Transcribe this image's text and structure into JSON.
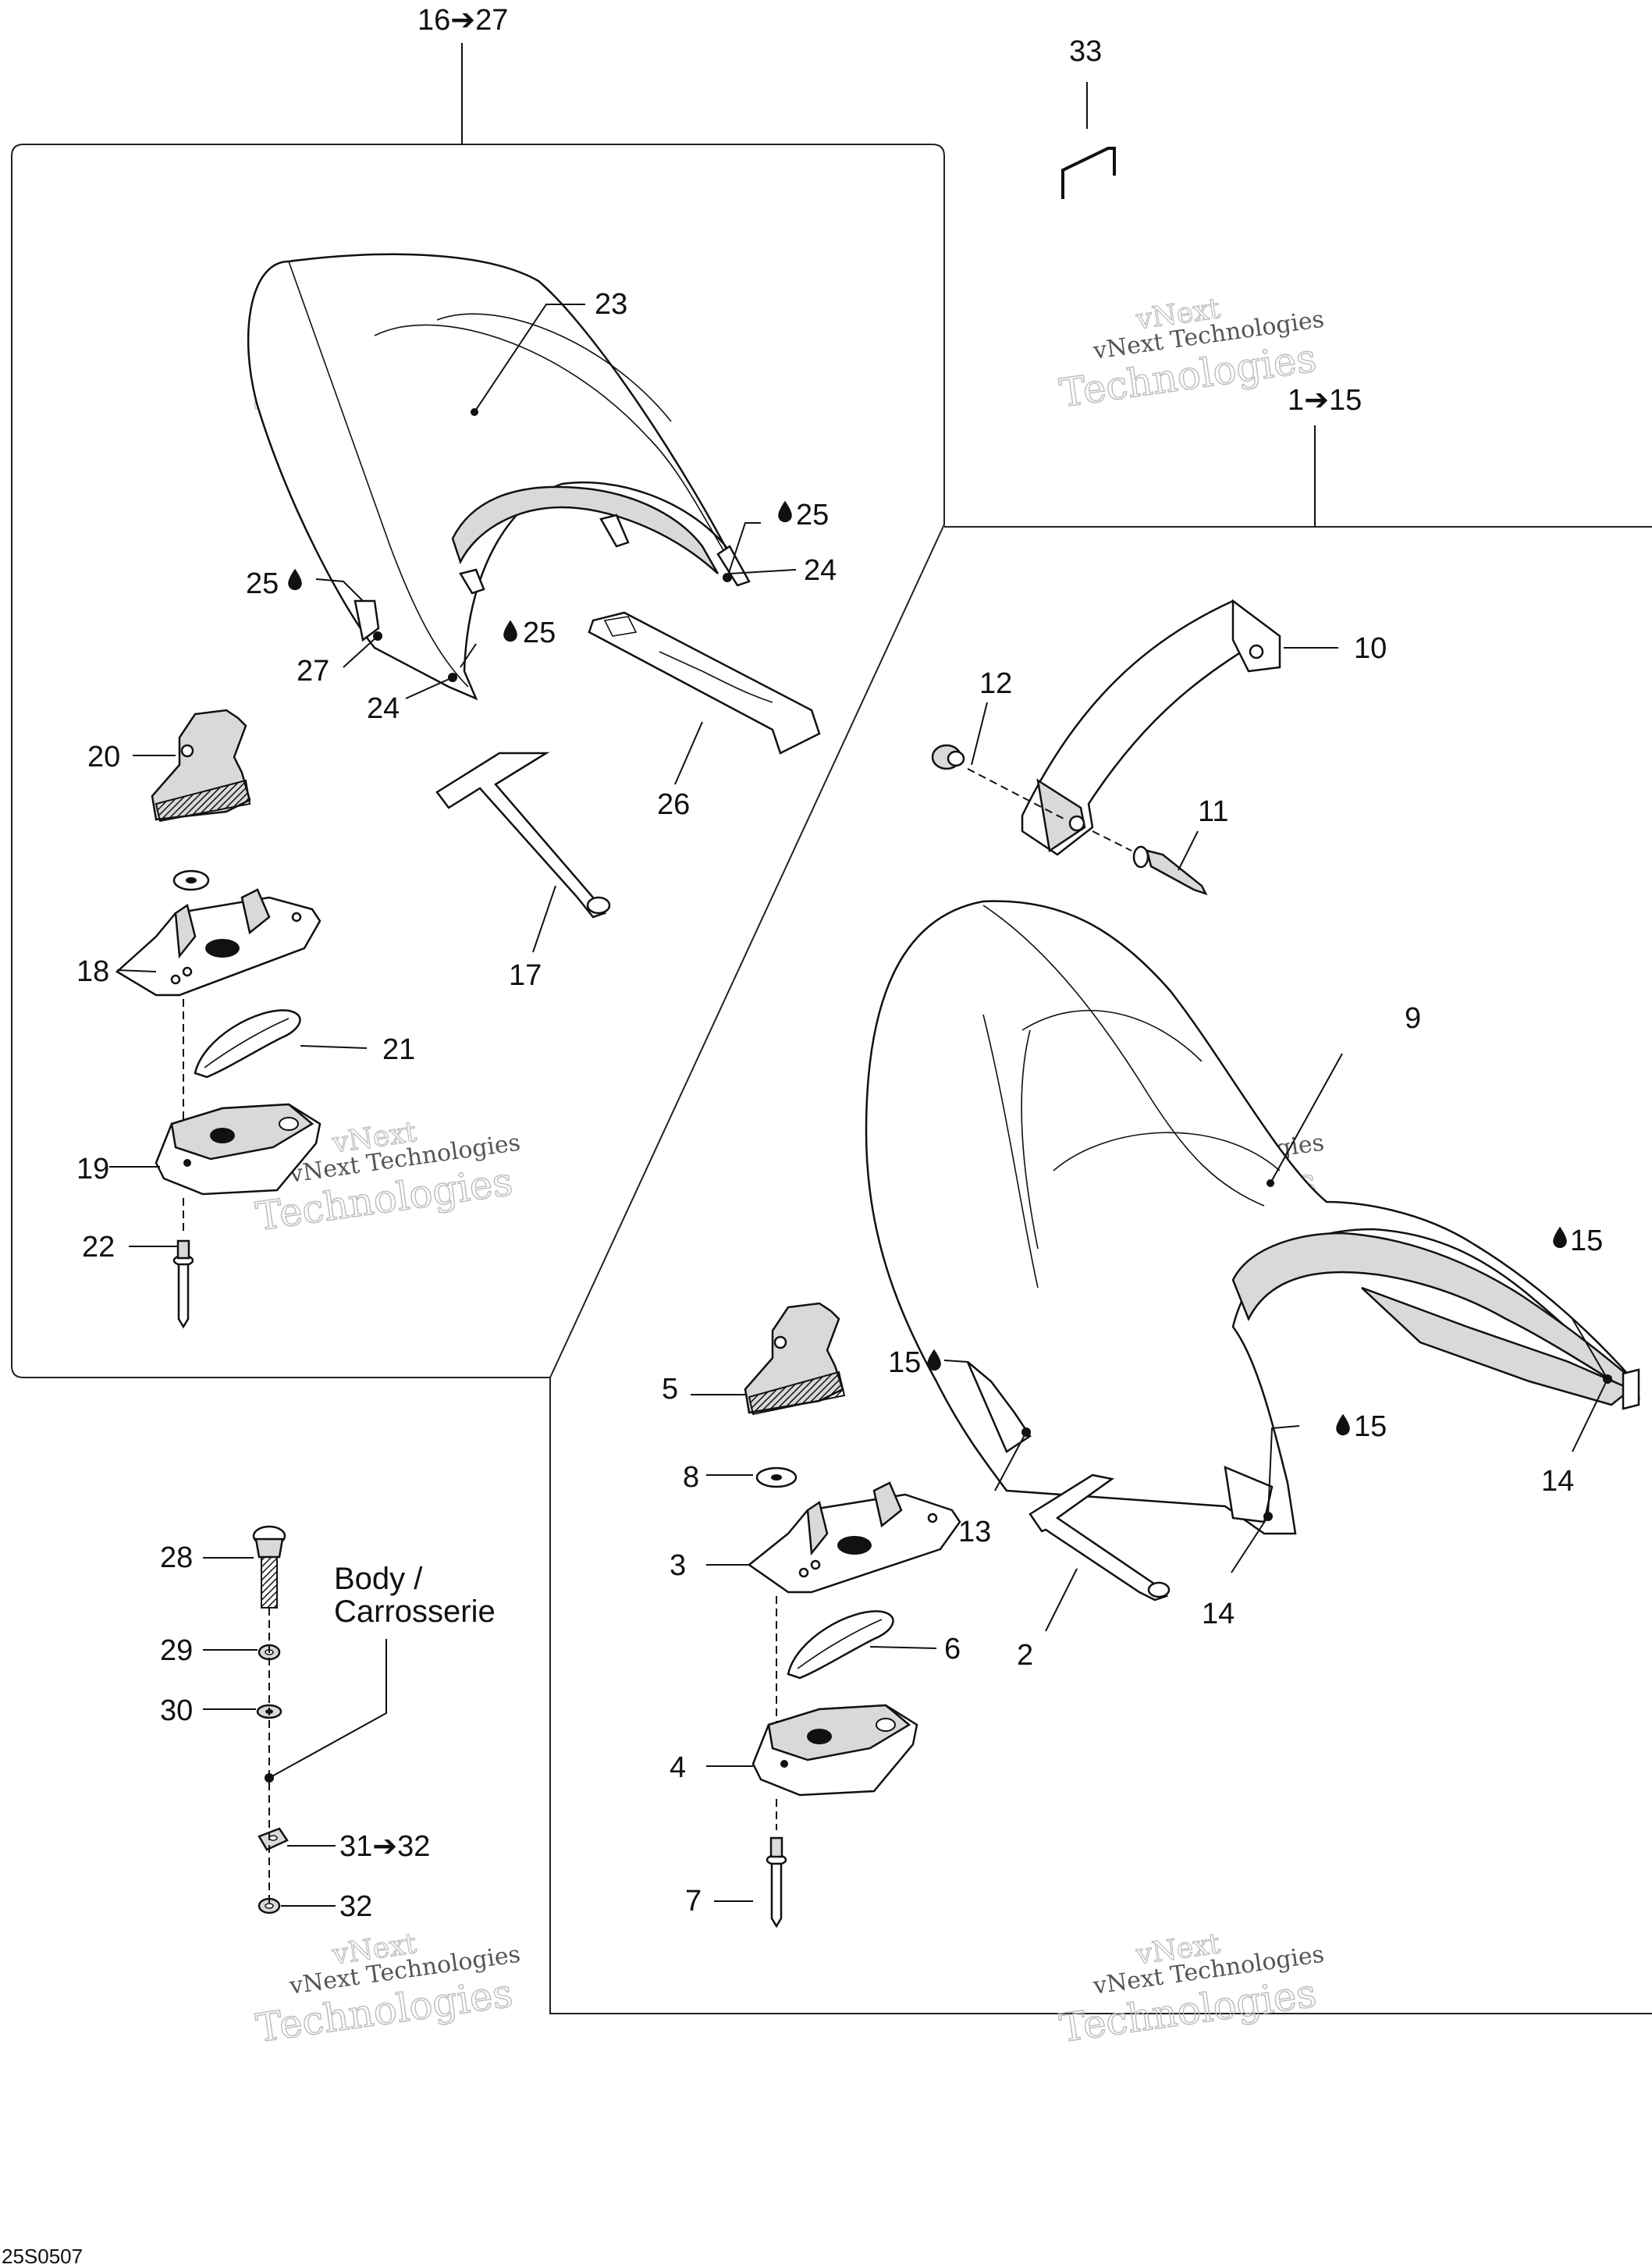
{
  "diagram_code": "25S0507",
  "watermark": {
    "line1": "vNext Technologies",
    "line2": "vNext",
    "line3": "Technologies"
  },
  "body_label": {
    "line1": "Body /",
    "line2": "Carrosserie"
  },
  "labels": {
    "l16_27": "16➔27",
    "l33": "33",
    "l1_15": "1➔15",
    "l23": "23",
    "l25a": "25",
    "l24a": "24",
    "l25b": "25",
    "l25c": "25",
    "l27": "27",
    "l24b": "24",
    "l26": "26",
    "l10": "10",
    "l12": "12",
    "l11": "11",
    "l20": "20",
    "l17": "17",
    "l18": "18",
    "l21": "21",
    "l9": "9",
    "l19": "19",
    "l22": "22",
    "l15a": "15",
    "l5": "5",
    "l15b": "15",
    "l15c": "15",
    "l13": "13",
    "l14a": "14",
    "l14b": "14",
    "l8": "8",
    "l3": "3",
    "l6": "6",
    "l2": "2",
    "l28": "28",
    "l29": "29",
    "l30": "30",
    "l4": "4",
    "l31_32": "31➔32",
    "l32": "32",
    "l7": "7"
  },
  "icons": {
    "adhesive": "drop-icon"
  }
}
